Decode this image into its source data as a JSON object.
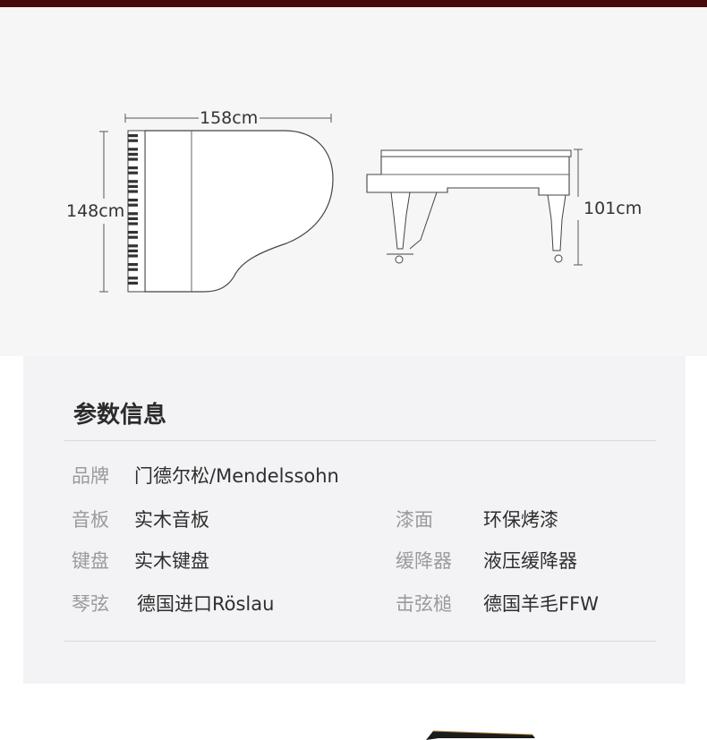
{
  "dimensions": {
    "width": "158cm",
    "depth": "148cm",
    "height": "101cm"
  },
  "specs": {
    "title": "参数信息",
    "brand": {
      "label": "品牌",
      "value": "门德尔松/Mendelssohn"
    },
    "soundboard": {
      "label": "音板",
      "value": "实木音板"
    },
    "finish": {
      "label": "漆面",
      "value": "环保烤漆"
    },
    "keys": {
      "label": "键盘",
      "value": "实木键盘"
    },
    "damper": {
      "label": "缓降器",
      "value": "液压缓降器"
    },
    "strings": {
      "label": "琴弦",
      "value": "德国进口Röslau"
    },
    "hammers": {
      "label": "击弦槌",
      "value": "德国羊毛FFW"
    }
  }
}
